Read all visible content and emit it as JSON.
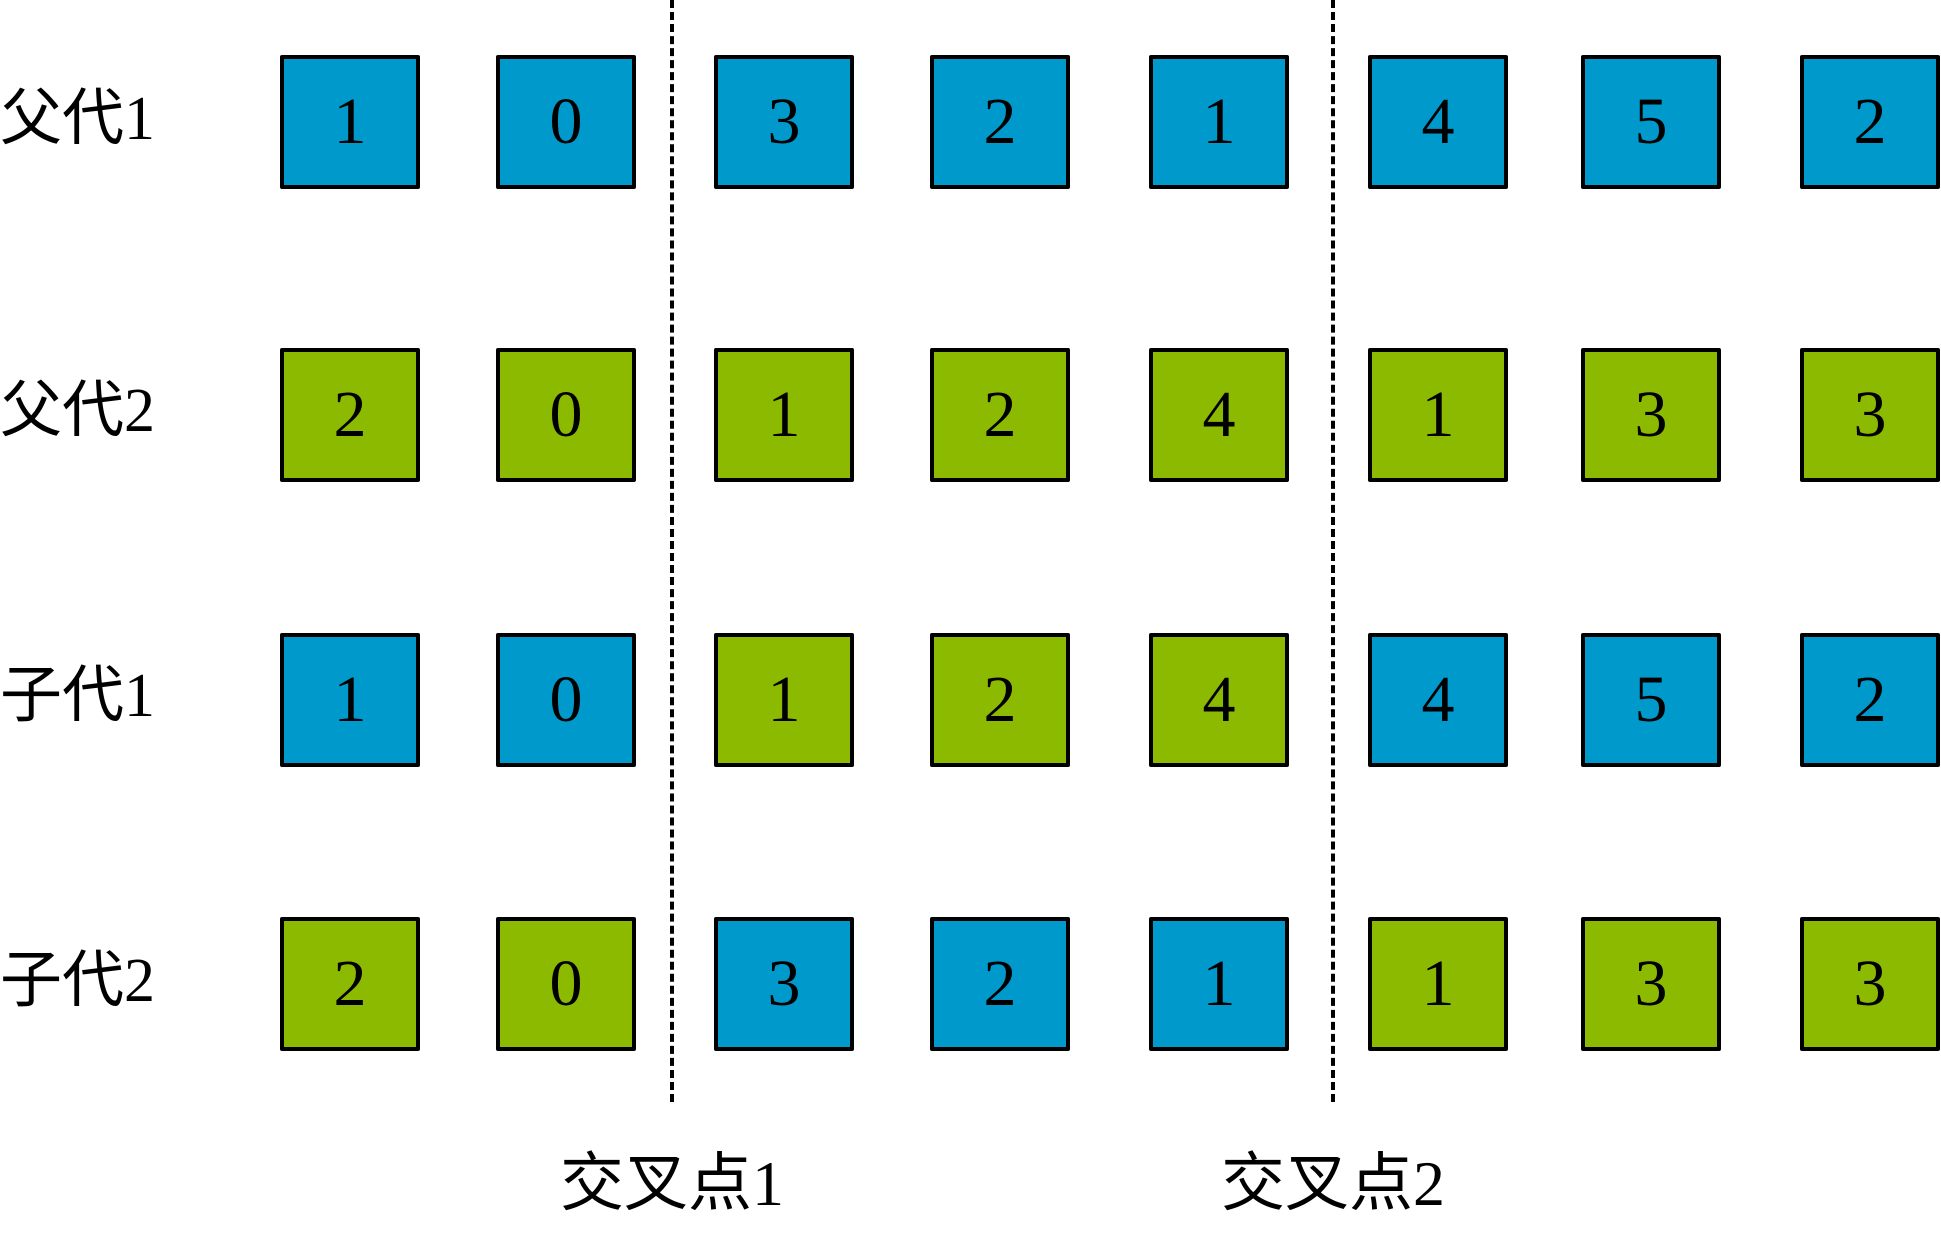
{
  "colors": {
    "parent1": "#0099CC",
    "parent2": "#8CBA00",
    "border": "#000000"
  },
  "rows": [
    {
      "label": "父代1",
      "genes": [
        {
          "v": "1",
          "src": "parent1"
        },
        {
          "v": "0",
          "src": "parent1"
        },
        {
          "v": "3",
          "src": "parent1"
        },
        {
          "v": "2",
          "src": "parent1"
        },
        {
          "v": "1",
          "src": "parent1"
        },
        {
          "v": "4",
          "src": "parent1"
        },
        {
          "v": "5",
          "src": "parent1"
        },
        {
          "v": "2",
          "src": "parent1"
        }
      ]
    },
    {
      "label": "父代2",
      "genes": [
        {
          "v": "2",
          "src": "parent2"
        },
        {
          "v": "0",
          "src": "parent2"
        },
        {
          "v": "1",
          "src": "parent2"
        },
        {
          "v": "2",
          "src": "parent2"
        },
        {
          "v": "4",
          "src": "parent2"
        },
        {
          "v": "1",
          "src": "parent2"
        },
        {
          "v": "3",
          "src": "parent2"
        },
        {
          "v": "3",
          "src": "parent2"
        }
      ]
    },
    {
      "label": "子代1",
      "genes": [
        {
          "v": "1",
          "src": "parent1"
        },
        {
          "v": "0",
          "src": "parent1"
        },
        {
          "v": "1",
          "src": "parent2"
        },
        {
          "v": "2",
          "src": "parent2"
        },
        {
          "v": "4",
          "src": "parent2"
        },
        {
          "v": "4",
          "src": "parent1"
        },
        {
          "v": "5",
          "src": "parent1"
        },
        {
          "v": "2",
          "src": "parent1"
        }
      ]
    },
    {
      "label": "子代2",
      "genes": [
        {
          "v": "2",
          "src": "parent2"
        },
        {
          "v": "0",
          "src": "parent2"
        },
        {
          "v": "3",
          "src": "parent1"
        },
        {
          "v": "2",
          "src": "parent1"
        },
        {
          "v": "1",
          "src": "parent1"
        },
        {
          "v": "1",
          "src": "parent2"
        },
        {
          "v": "3",
          "src": "parent2"
        },
        {
          "v": "3",
          "src": "parent2"
        }
      ]
    }
  ],
  "crossover_points": [
    {
      "label": "交叉点1",
      "after_gene": 2
    },
    {
      "label": "交叉点2",
      "after_gene": 5
    }
  ]
}
